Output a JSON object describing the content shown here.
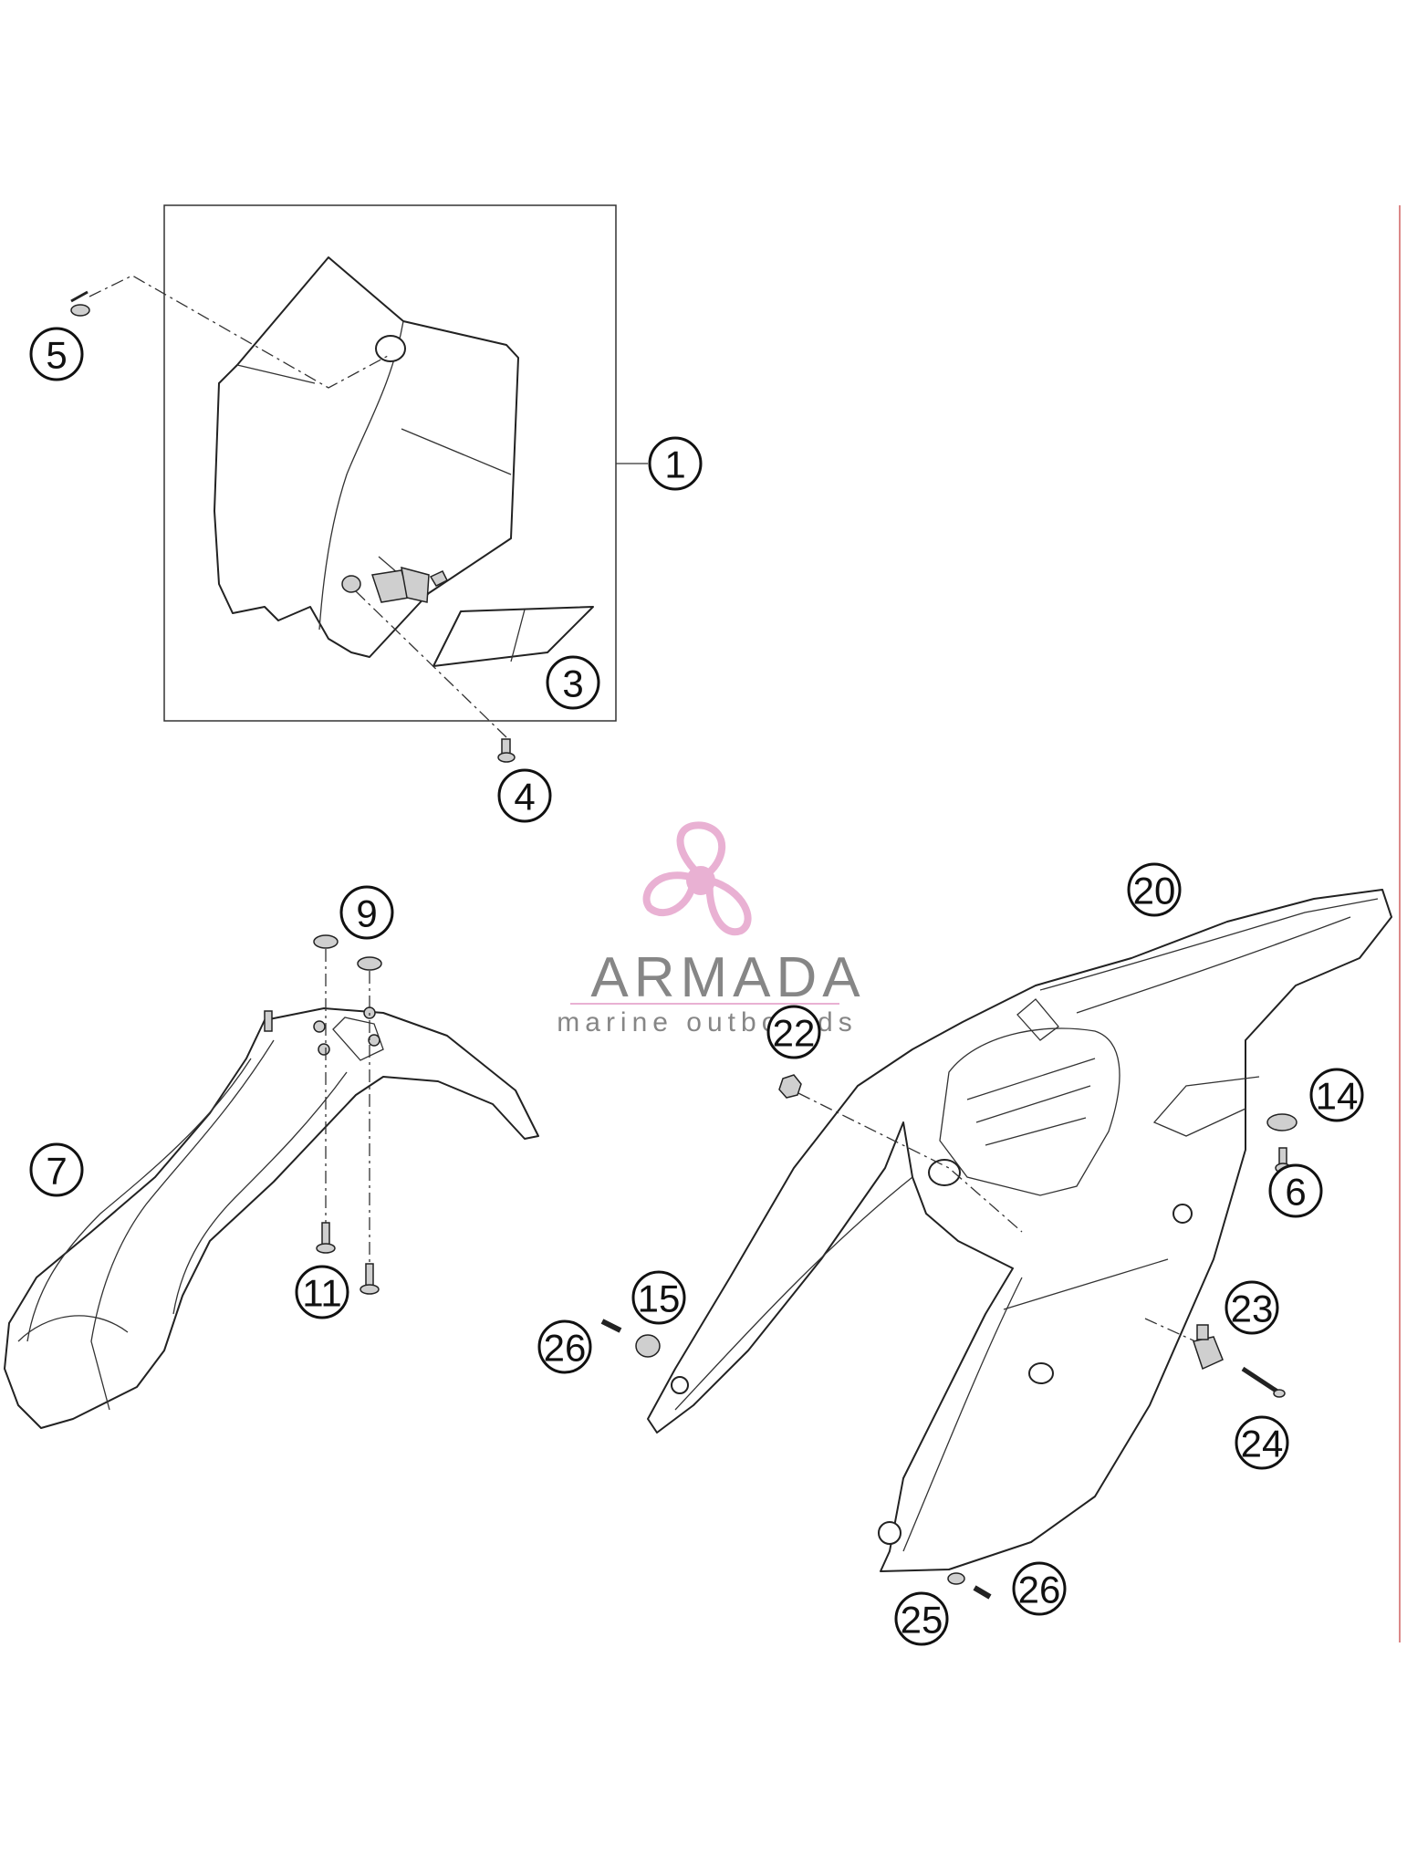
{
  "watermark": {
    "brand": "ARMADA",
    "tagline": "marine outboards",
    "accent_color": "#e7a9cf",
    "icon": "propeller-icon"
  },
  "callouts": [
    {
      "id": "c1",
      "label": "1"
    },
    {
      "id": "c3",
      "label": "3"
    },
    {
      "id": "c4",
      "label": "4"
    },
    {
      "id": "c5",
      "label": "5"
    },
    {
      "id": "c6",
      "label": "6"
    },
    {
      "id": "c7",
      "label": "7"
    },
    {
      "id": "c9",
      "label": "9"
    },
    {
      "id": "c11",
      "label": "11"
    },
    {
      "id": "c14",
      "label": "14"
    },
    {
      "id": "c15",
      "label": "15"
    },
    {
      "id": "c20",
      "label": "20"
    },
    {
      "id": "c22",
      "label": "22"
    },
    {
      "id": "c23",
      "label": "23"
    },
    {
      "id": "c24",
      "label": "24"
    },
    {
      "id": "c25",
      "label": "25"
    },
    {
      "id": "c26a",
      "label": "26"
    },
    {
      "id": "c26b",
      "label": "26"
    }
  ]
}
